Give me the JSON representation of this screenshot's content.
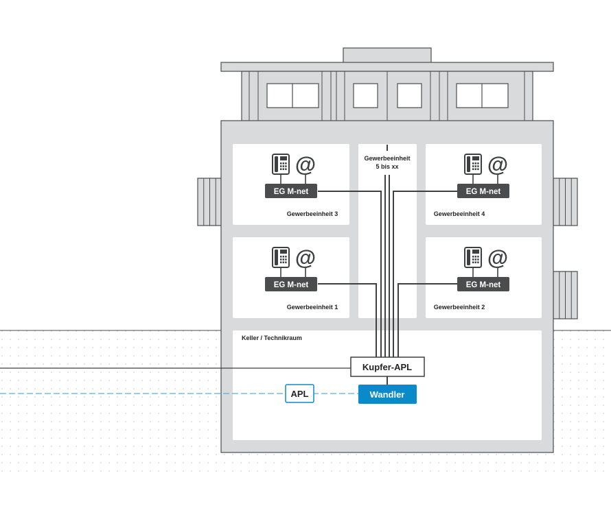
{
  "colors": {
    "building_fill": "#d9dadb",
    "building_stroke": "#4a4c4e",
    "room_fill": "#ffffff",
    "eg_fill": "#4a4c4e",
    "wandler_fill": "#0a8ac8",
    "fiber_line": "#5eaed8",
    "copper_line": "#3d3f41",
    "ground_dots": "#cfd1d3"
  },
  "icons": {
    "phone": "telephone-icon",
    "internet": "at-sign-icon"
  },
  "units": [
    {
      "id": "unit-3",
      "eg_label": "EG M-net",
      "name": "Gewerbeeinheit 3",
      "at_symbol": "@"
    },
    {
      "id": "unit-4",
      "eg_label": "EG M-net",
      "name": "Gewerbeeinheit 4",
      "at_symbol": "@"
    },
    {
      "id": "unit-1",
      "eg_label": "EG M-net",
      "name": "Gewerbeeinheit 1",
      "at_symbol": "@"
    },
    {
      "id": "unit-2",
      "eg_label": "EG M-net",
      "name": "Gewerbeeinheit 2",
      "at_symbol": "@"
    }
  ],
  "middle_unit": {
    "line1": "Gewerbeeinheit",
    "line2": "5 bis xx"
  },
  "basement": {
    "label": "Keller / Technikraum"
  },
  "devices": {
    "kupfer_apl": "Kupfer-APL",
    "wandler": "Wandler",
    "apl": "APL"
  }
}
